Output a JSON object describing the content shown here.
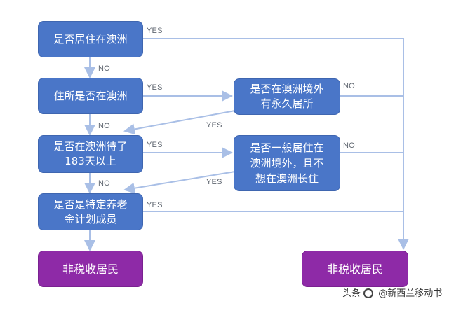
{
  "nodes": {
    "q1": "是否居住在澳洲",
    "q2": "住所是否在澳洲",
    "q3": "是否在澳洲待了\n183天以上",
    "q4": "是否是特定养老\n金计划成员",
    "r1": "是否在澳洲境外\n有永久居所",
    "r2": "是否一般居住在\n澳洲境外，且不\n想在澳洲长住",
    "res_left": "非税收居民",
    "res_right": "非税收居民"
  },
  "labels": {
    "yes": "YES",
    "no": "NO"
  },
  "colors": {
    "decision": "#4a76c8",
    "result": "#8e2aa7",
    "connector": "#a9bfe6"
  },
  "watermark": {
    "prefix": "头条",
    "handle": "@新西兰移动书"
  }
}
